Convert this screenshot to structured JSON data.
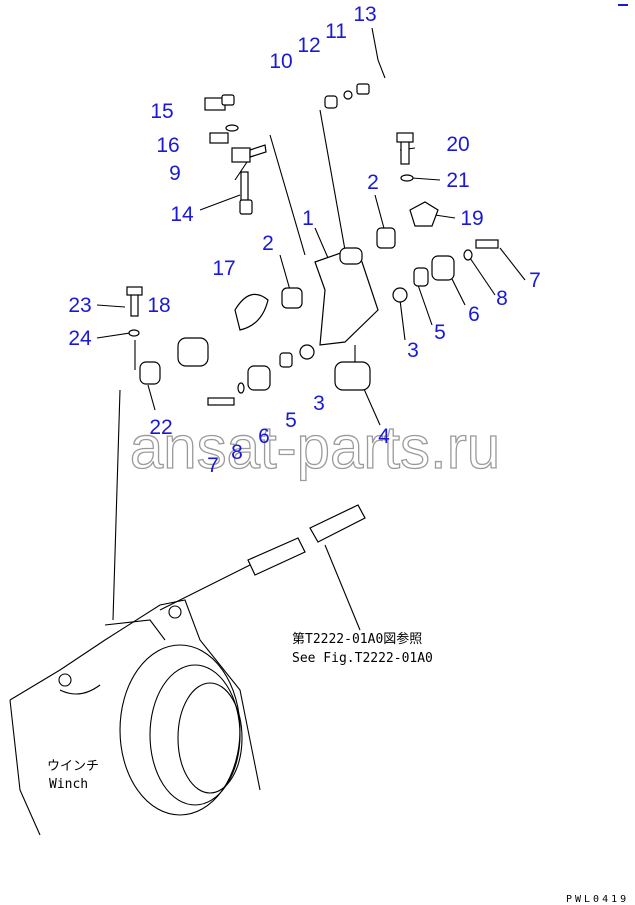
{
  "diagram": {
    "callouts": [
      "13",
      "11",
      "12",
      "10",
      "15",
      "16",
      "9",
      "14",
      "20",
      "21",
      "19",
      "2",
      "1",
      "2",
      "17",
      "7",
      "8",
      "6",
      "5",
      "3",
      "23",
      "18",
      "24",
      "22",
      "7",
      "8",
      "6",
      "5",
      "3",
      "4"
    ],
    "reference_note_jp": "第T2222-01A0図参照",
    "reference_note_en": "See Fig.T2222-01A0",
    "winch_label_jp": "ウインチ",
    "winch_label_en": "Winch",
    "drawing_code": "PWL0419",
    "watermark": "ansat-parts.ru",
    "label_color": "#1a1ad6"
  }
}
